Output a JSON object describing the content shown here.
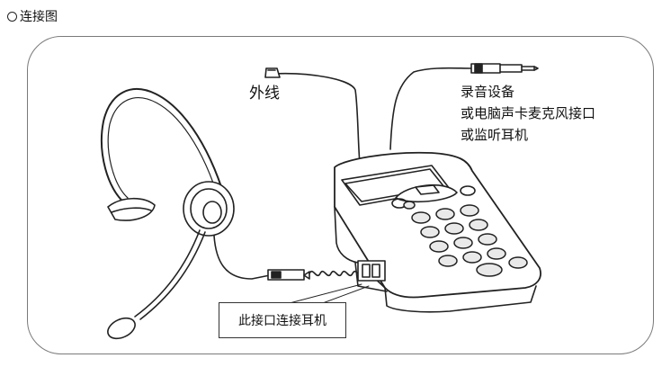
{
  "heading": {
    "text": "连接图",
    "icon": "circle-icon"
  },
  "labels": {
    "outside_line": "外线",
    "recording": [
      "录音设备",
      "或电脑声卡麦克风接口",
      "或监听耳机"
    ],
    "headset_port": "此接口连接耳机"
  },
  "colors": {
    "line": "#222222",
    "frame": "#7a7a7a",
    "device_fill": "#ffffff",
    "key_fill": "#e9e9e9"
  }
}
